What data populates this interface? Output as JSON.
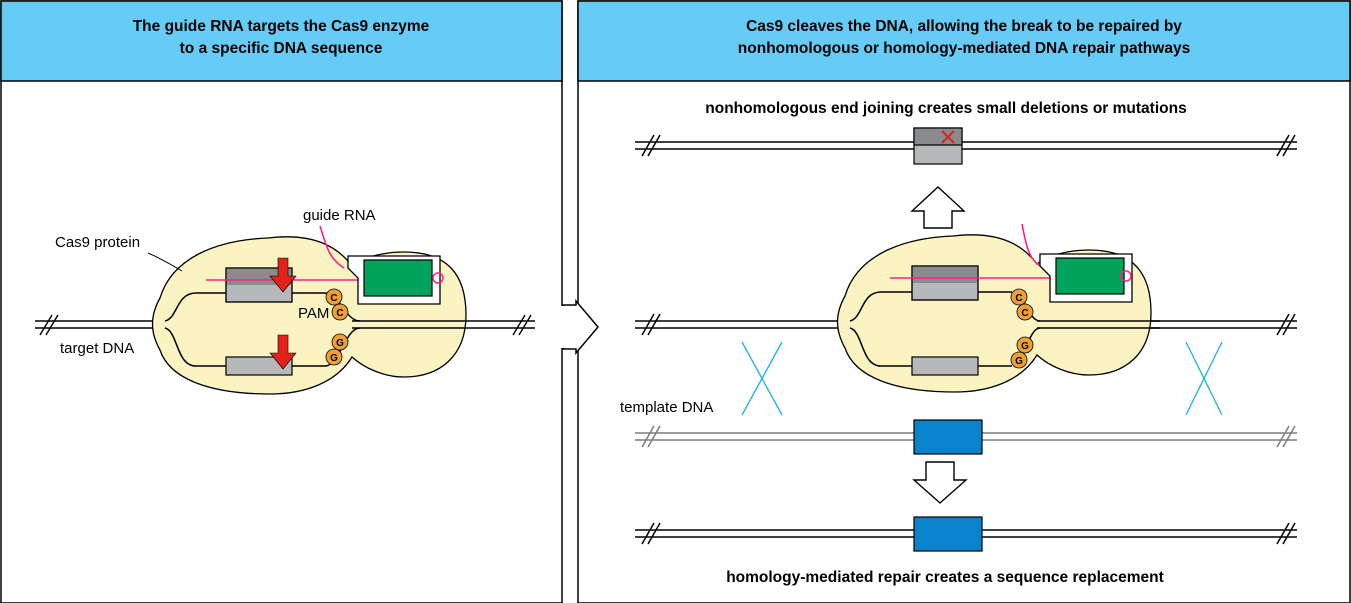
{
  "left_panel": {
    "header_line1": "The guide RNA targets the Cas9 enzyme",
    "header_line2": "to a specific DNA sequence",
    "labels": {
      "guide_rna": "guide RNA",
      "cas9_protein": "Cas9 protein",
      "pam": "PAM",
      "target_dna": "target DNA"
    },
    "bases": {
      "c1": "C",
      "c2": "C",
      "g1": "G",
      "g2": "G"
    }
  },
  "right_panel": {
    "header_line1": "Cas9 cleaves the DNA, allowing the break to be repaired by",
    "header_line2": "nonhomologous or homology-mediated DNA repair pathways",
    "nhej_caption": "nonhomologous end joining creates small deletions or mutations",
    "template_label": "template DNA",
    "hdr_caption": "homology-mediated repair creates a sequence replacement",
    "bases": {
      "c1": "C",
      "c2": "C",
      "g1": "G",
      "g2": "G"
    }
  },
  "colors": {
    "header_bg": "#66ccf5",
    "protein": "#fbf3c2",
    "guide_rna": "#ff1f8c",
    "green_block": "#00a35c",
    "arrow_red": "#e0221b",
    "nucleotide": "#f0a030",
    "mutation_x": "#e0221b",
    "replacement_block": "#0a83cc",
    "crossover": "#27b4e8"
  }
}
